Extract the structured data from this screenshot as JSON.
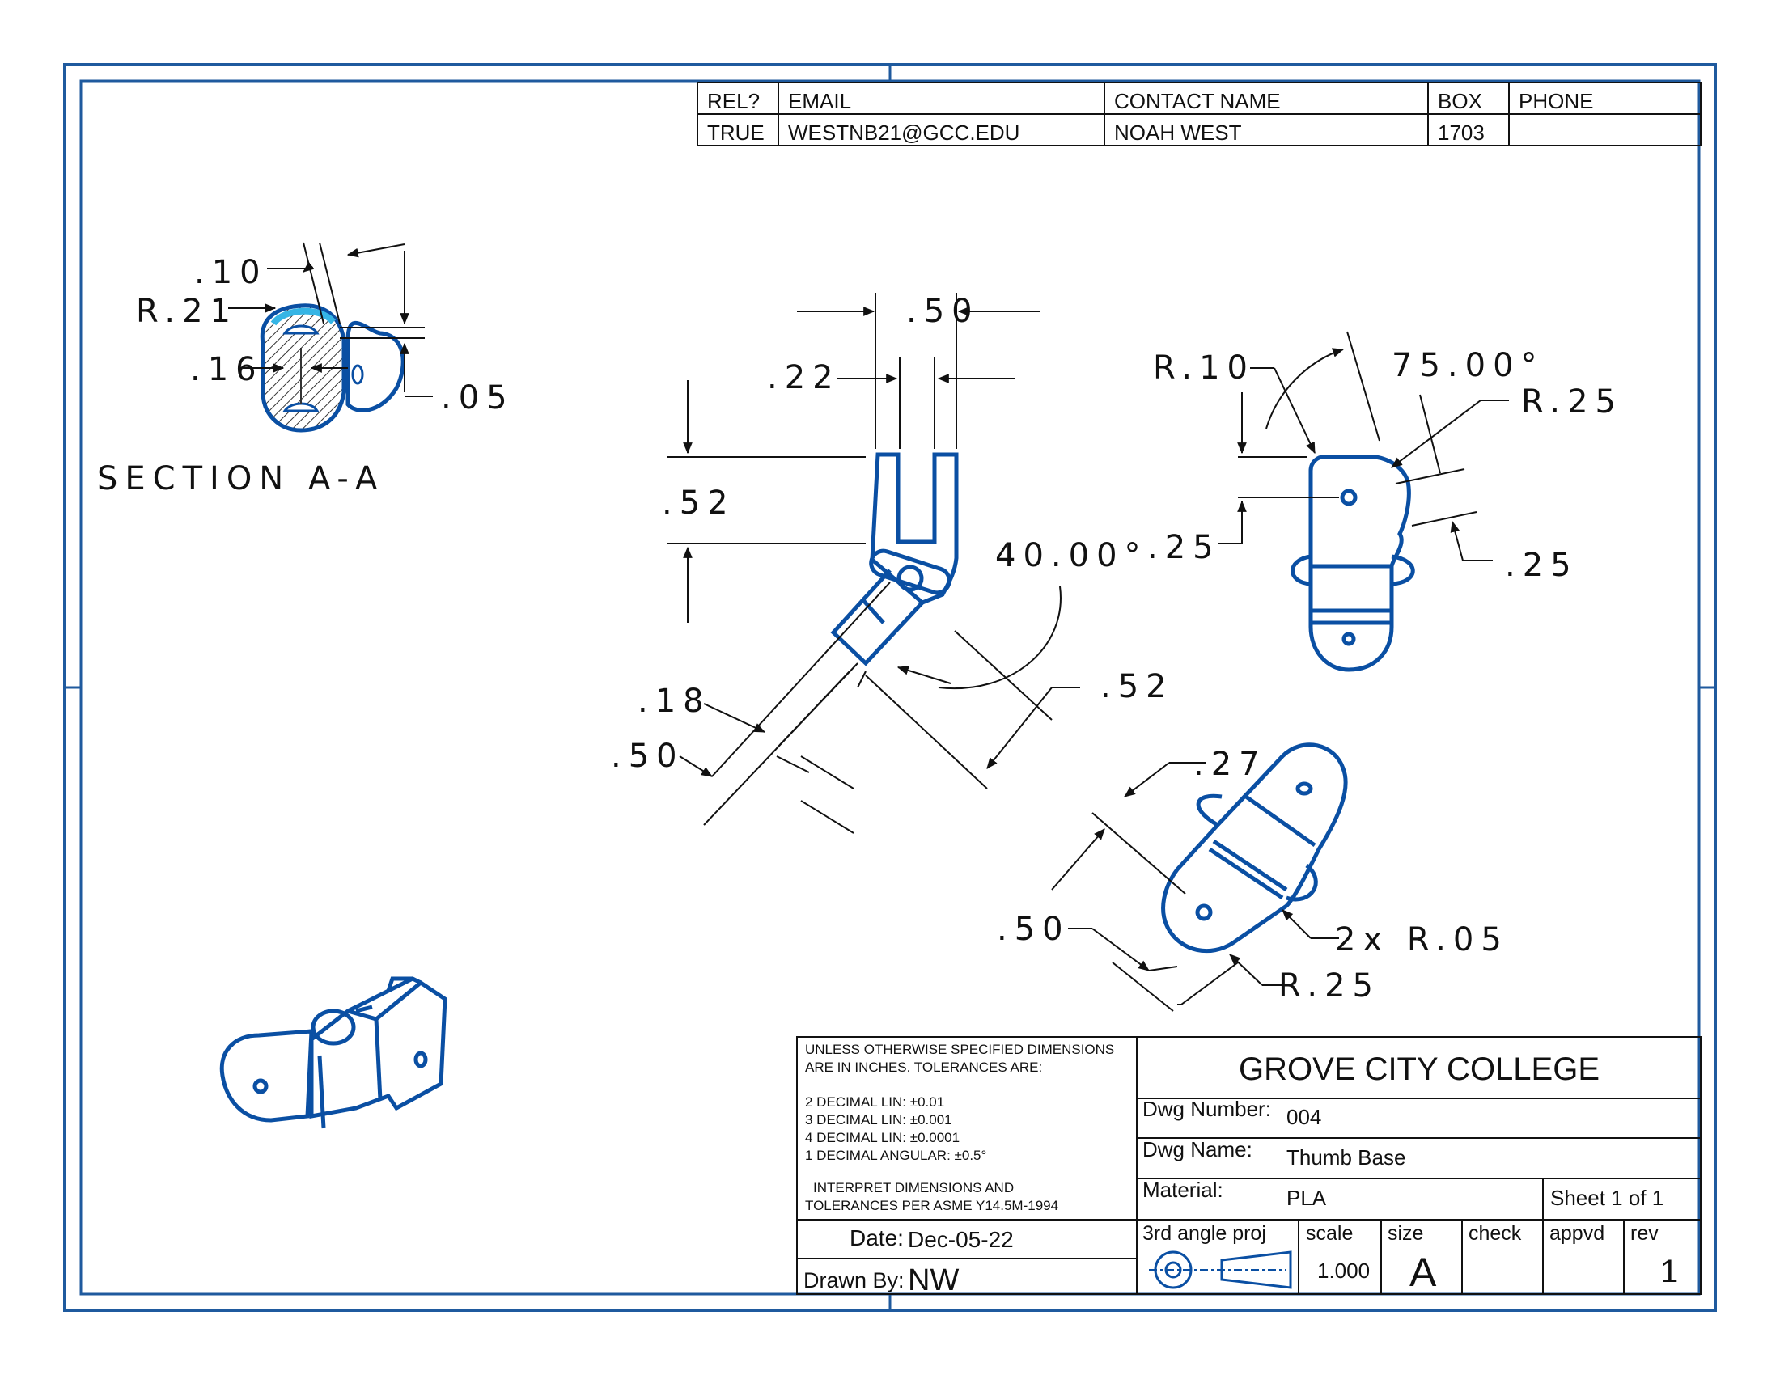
{
  "revision_table": {
    "headers": [
      "REL?",
      "EMAIL",
      "CONTACT NAME",
      "BOX",
      "PHONE"
    ],
    "row": [
      "TRUE",
      "WESTNB21@GCC.EDU",
      "NOAH WEST",
      "1703",
      ""
    ]
  },
  "section_label": "SECTION A-A",
  "dimensions": {
    "section": {
      "d10": ".10",
      "r21": "R.21",
      "d16": ".16",
      "d05": ".05"
    },
    "front": {
      "w50": ".50",
      "w22": ".22",
      "h52": ".52",
      "angle": "40.00°",
      "d18": ".18",
      "d50b": ".50",
      "d52b": ".52"
    },
    "right": {
      "r10": "R.10",
      "angle": "75.00°",
      "r25": "R.25",
      "d25a": ".25",
      "d25b": ".25"
    },
    "aux": {
      "d27": ".27",
      "d50": ".50",
      "r05": "2x R.05",
      "r25": "R.25"
    }
  },
  "notes": {
    "line1": "UNLESS OTHERWISE SPECIFIED DIMENSIONS",
    "line2": "ARE IN INCHES.     TOLERANCES ARE:",
    "tol": [
      "2 DECIMAL LIN: ±0.01",
      "3 DECIMAL LIN: ±0.001",
      "4 DECIMAL LIN: ±0.0001",
      "1 DECIMAL ANGULAR: ±0.5°"
    ],
    "interp1": "INTERPRET DIMENSIONS AND",
    "interp2": "TOLERANCES PER ASME Y14.5M-1994"
  },
  "title_block": {
    "institution": "GROVE CITY COLLEGE",
    "dwg_number_label": "Dwg Number:",
    "dwg_number": "004",
    "dwg_name_label": "Dwg Name:",
    "dwg_name": "Thumb Base",
    "material_label": "Material:",
    "material": "PLA",
    "sheet": "Sheet 1 of 1",
    "date_label": "Date:",
    "date": "Dec-05-22",
    "drawn_by_label": "Drawn By:",
    "drawn_by": "NW",
    "projection_label": "3rd angle proj",
    "scale_label": "scale",
    "scale": "1.000",
    "size_label": "size",
    "size": "A",
    "check_label": "check",
    "appvd_label": "appvd",
    "rev_label": "rev",
    "rev": "1"
  },
  "colors": {
    "border": "#1f5a9e",
    "part": "#0a4fa3",
    "ink": "#111111"
  }
}
